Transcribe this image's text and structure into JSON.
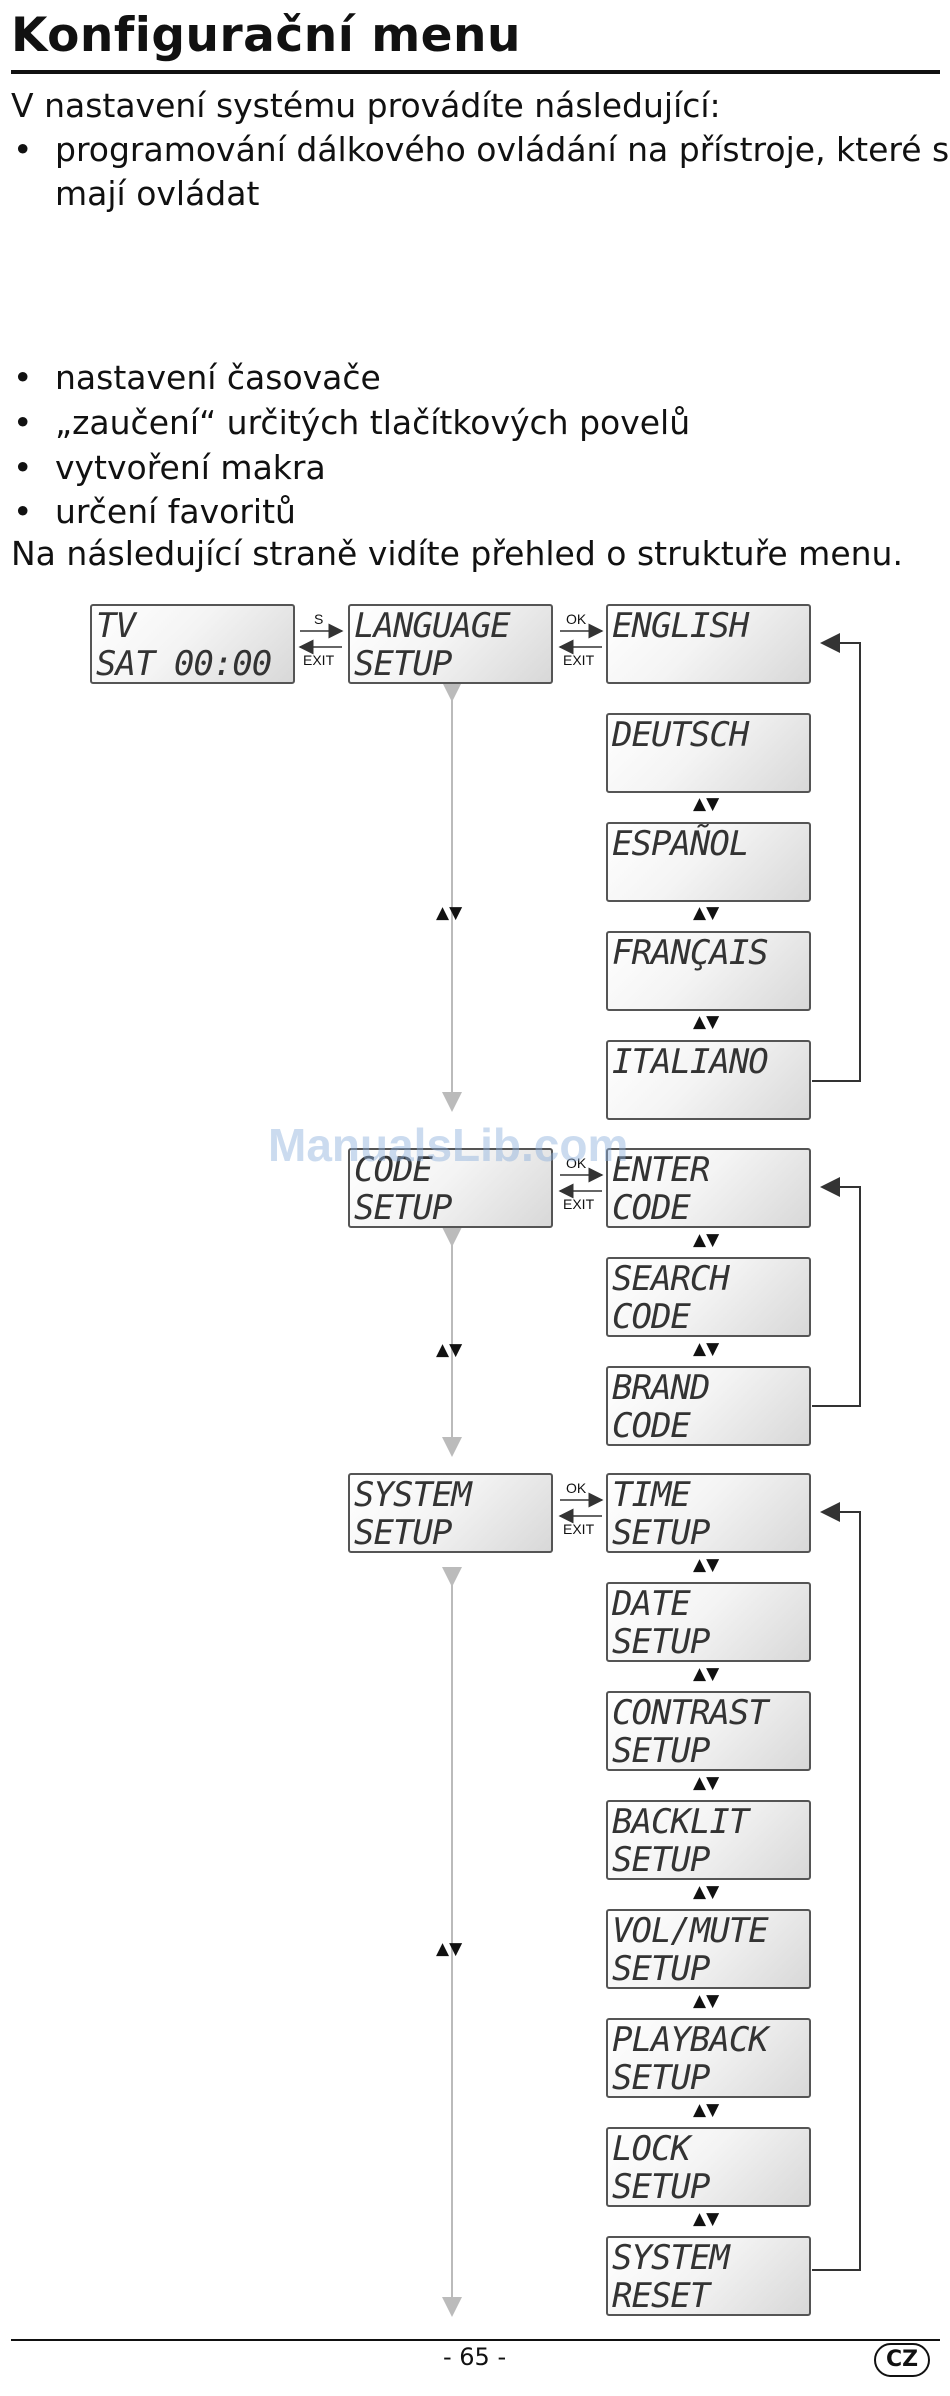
{
  "title": "Konfigurační menu",
  "intro": "V nastavení systému provádíte následující:",
  "bullets": [
    "programování dálkového ovládání na přístroje, které se",
    "mají ovládat",
    "nastavení časovače",
    "„zaučení“ určitých tlačítkových povelů",
    "vytvoření makra",
    "určení favoritů"
  ],
  "outro": "Na následující straně vidíte přehled o struktuře menu.",
  "diagram": {
    "start": {
      "l1": "TV",
      "l2": "SAT      00:00"
    },
    "language": {
      "l1": "LANGUAGE",
      "l2": "SETUP"
    },
    "code": {
      "l1": "CODE",
      "l2": "SETUP"
    },
    "system": {
      "l1": "SYSTEM",
      "l2": "SETUP"
    },
    "languages": [
      "ENGLISH",
      "DEUTSCH",
      "ESPAÑOL",
      "FRANÇAIS",
      "ITALIANO"
    ],
    "code_items": [
      {
        "l1": "ENTER",
        "l2": "CODE"
      },
      {
        "l1": "SEARCH",
        "l2": "CODE"
      },
      {
        "l1": "BRAND",
        "l2": "CODE"
      }
    ],
    "system_items": [
      {
        "l1": "TIME",
        "l2": "SETUP"
      },
      {
        "l1": "DATE",
        "l2": "SETUP"
      },
      {
        "l1": "CONTRAST",
        "l2": "SETUP"
      },
      {
        "l1": "BACKLIT",
        "l2": "SETUP"
      },
      {
        "l1": "VOL/MUTE",
        "l2": "SETUP"
      },
      {
        "l1": "PLAYBACK",
        "l2": "SETUP"
      },
      {
        "l1": "LOCK",
        "l2": "SETUP"
      },
      {
        "l1": "SYSTEM",
        "l2": "RESET"
      }
    ],
    "labels": {
      "s": "S",
      "ok": "OK",
      "exit": "EXIT",
      "updown": "▲▼"
    }
  },
  "watermark": "ManualsLib.com",
  "page_number": "- 65 -",
  "language_badge": "CZ"
}
